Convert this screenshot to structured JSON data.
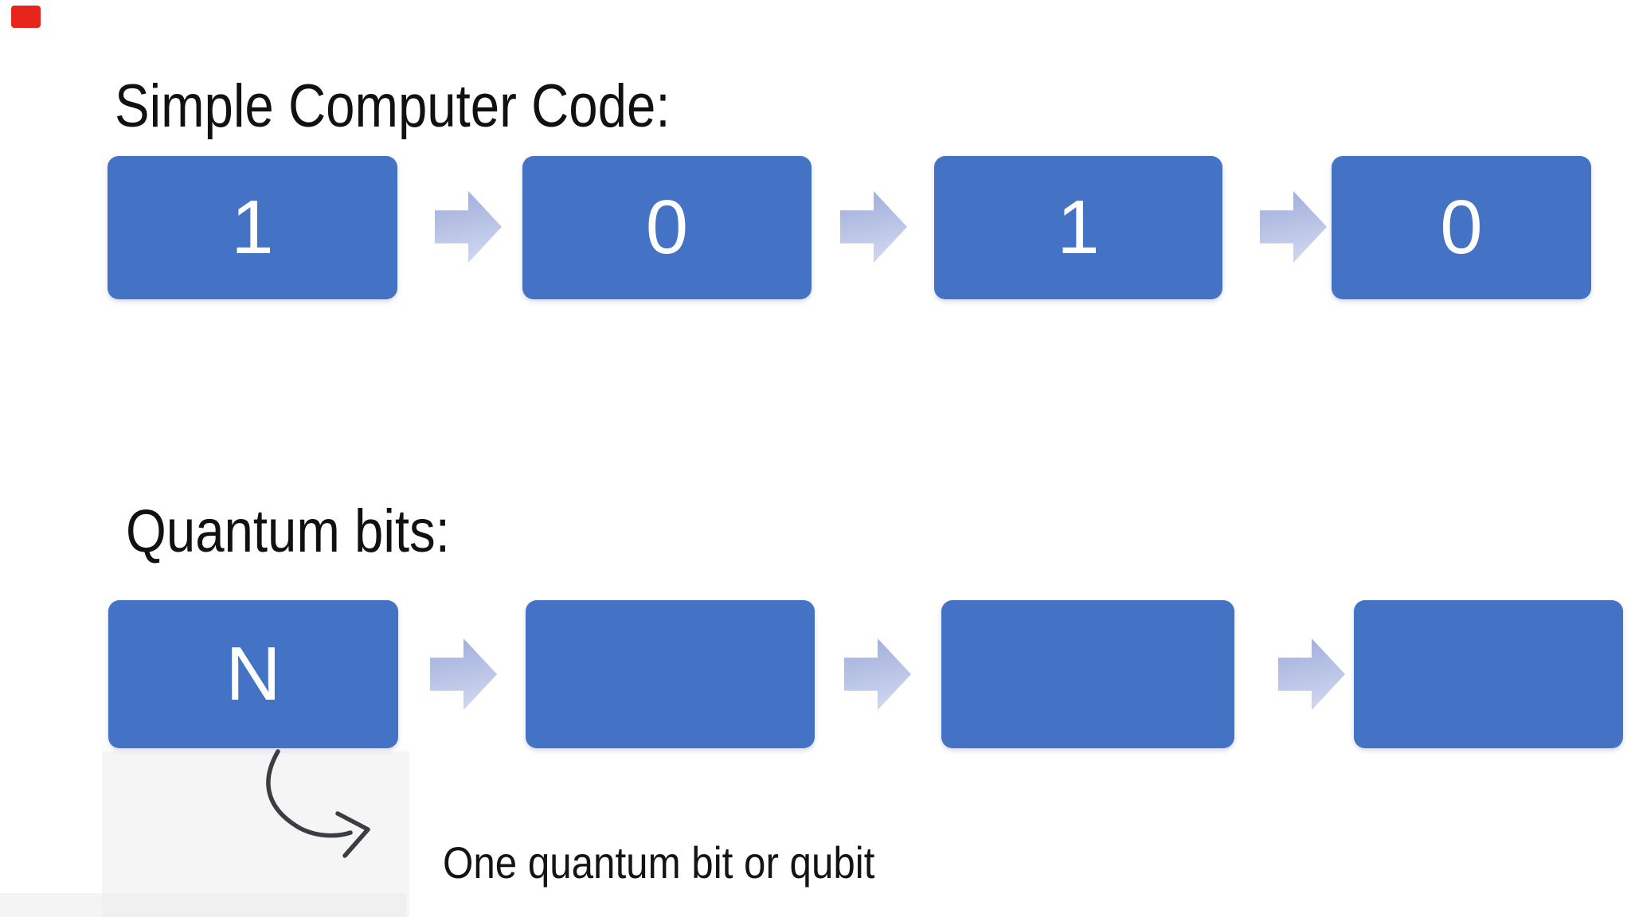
{
  "slide": {
    "background": "#ffffff",
    "rows": [
      {
        "title": "Simple Computer Code:",
        "boxes": [
          {
            "label": "1"
          },
          {
            "label": "0"
          },
          {
            "label": "1"
          },
          {
            "label": "0"
          }
        ]
      },
      {
        "title": "Quantum bits:",
        "boxes": [
          {
            "label": "N"
          },
          {
            "label": ""
          },
          {
            "label": ""
          },
          {
            "label": ""
          }
        ]
      }
    ],
    "annotation": {
      "label": "One quantum bit or qubit"
    },
    "icons": {
      "flow_arrow": "right-block-arrow",
      "annotation_arrow": "curved-hand-drawn-arrow",
      "recording_indicator": "red-corner-badge"
    },
    "colors": {
      "box_fill": "#4472c4",
      "box_text": "#ffffff",
      "flow_arrow_gradient_start": "#a6b3dd",
      "flow_arrow_gradient_end": "#ccd4ee",
      "title_text": "#111111",
      "annotation_text": "#141414",
      "annotation_arrow_stroke": "#3a3e42",
      "recording_indicator": "#e8251c"
    }
  }
}
